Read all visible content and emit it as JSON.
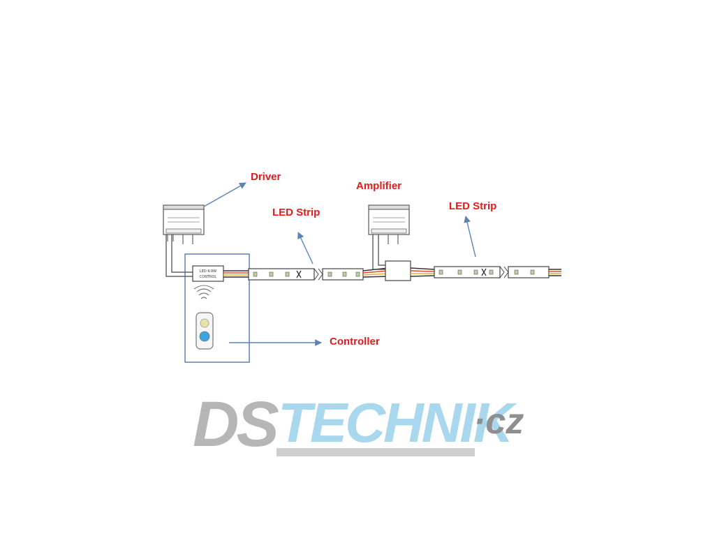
{
  "labels": {
    "driver": "Driver",
    "amplifier": "Amplifier",
    "led_strip_1": "LED Strip",
    "led_strip_2": "LED Strip",
    "controller": "Controller"
  },
  "module_text": {
    "controller_line1": "LED K-9W",
    "controller_line2": "CONTROL"
  },
  "logo": {
    "part1": "DS",
    "part2": "TECHNIK",
    "part3": "·cz"
  },
  "colors": {
    "label_red": "#e31b1b",
    "arrow_blue": "#5a83b8",
    "frame_blue": "#3a5fa8",
    "logo_gray": "#b6b6b6",
    "logo_blue": "#a9d8ee",
    "logo_tld_gray": "#8f8f8f"
  },
  "icons": {
    "remote": "remote-control-icon",
    "signal": "wireless-signal-icon",
    "cut_mark": "scissors-cut-icon"
  }
}
